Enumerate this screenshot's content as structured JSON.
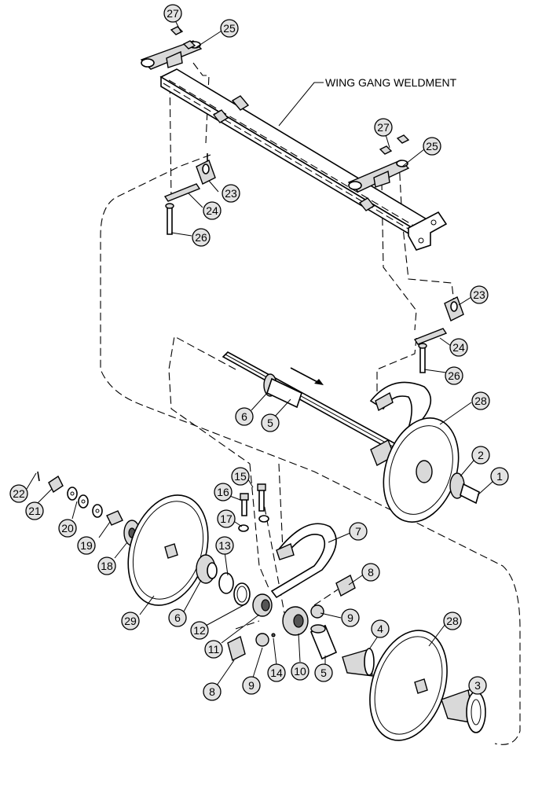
{
  "title": "",
  "callout_label": "WING GANG WELDMENT",
  "item_numbers": {
    "b27a": "27",
    "b25a": "25",
    "b27b": "27",
    "b25b": "25",
    "b23a": "23",
    "b24a": "24",
    "b26a": "26",
    "b23b": "23",
    "b24b": "24",
    "b26b": "26",
    "b6a": "6",
    "b5a": "5",
    "b28a": "28",
    "b2": "2",
    "b1": "1",
    "b22": "22",
    "b21": "21",
    "b20": "20",
    "b19": "19",
    "b18": "18",
    "b29": "29",
    "b15": "15",
    "b16": "16",
    "b17": "17",
    "b13": "13",
    "b7": "7",
    "b8a": "8",
    "b6b": "6",
    "b12": "12",
    "b11": "11",
    "b9a": "9",
    "b4": "4",
    "b28b": "28",
    "b8b": "8",
    "b9b": "9",
    "b14": "14",
    "b10": "10",
    "b5b": "5",
    "b3": "3"
  }
}
